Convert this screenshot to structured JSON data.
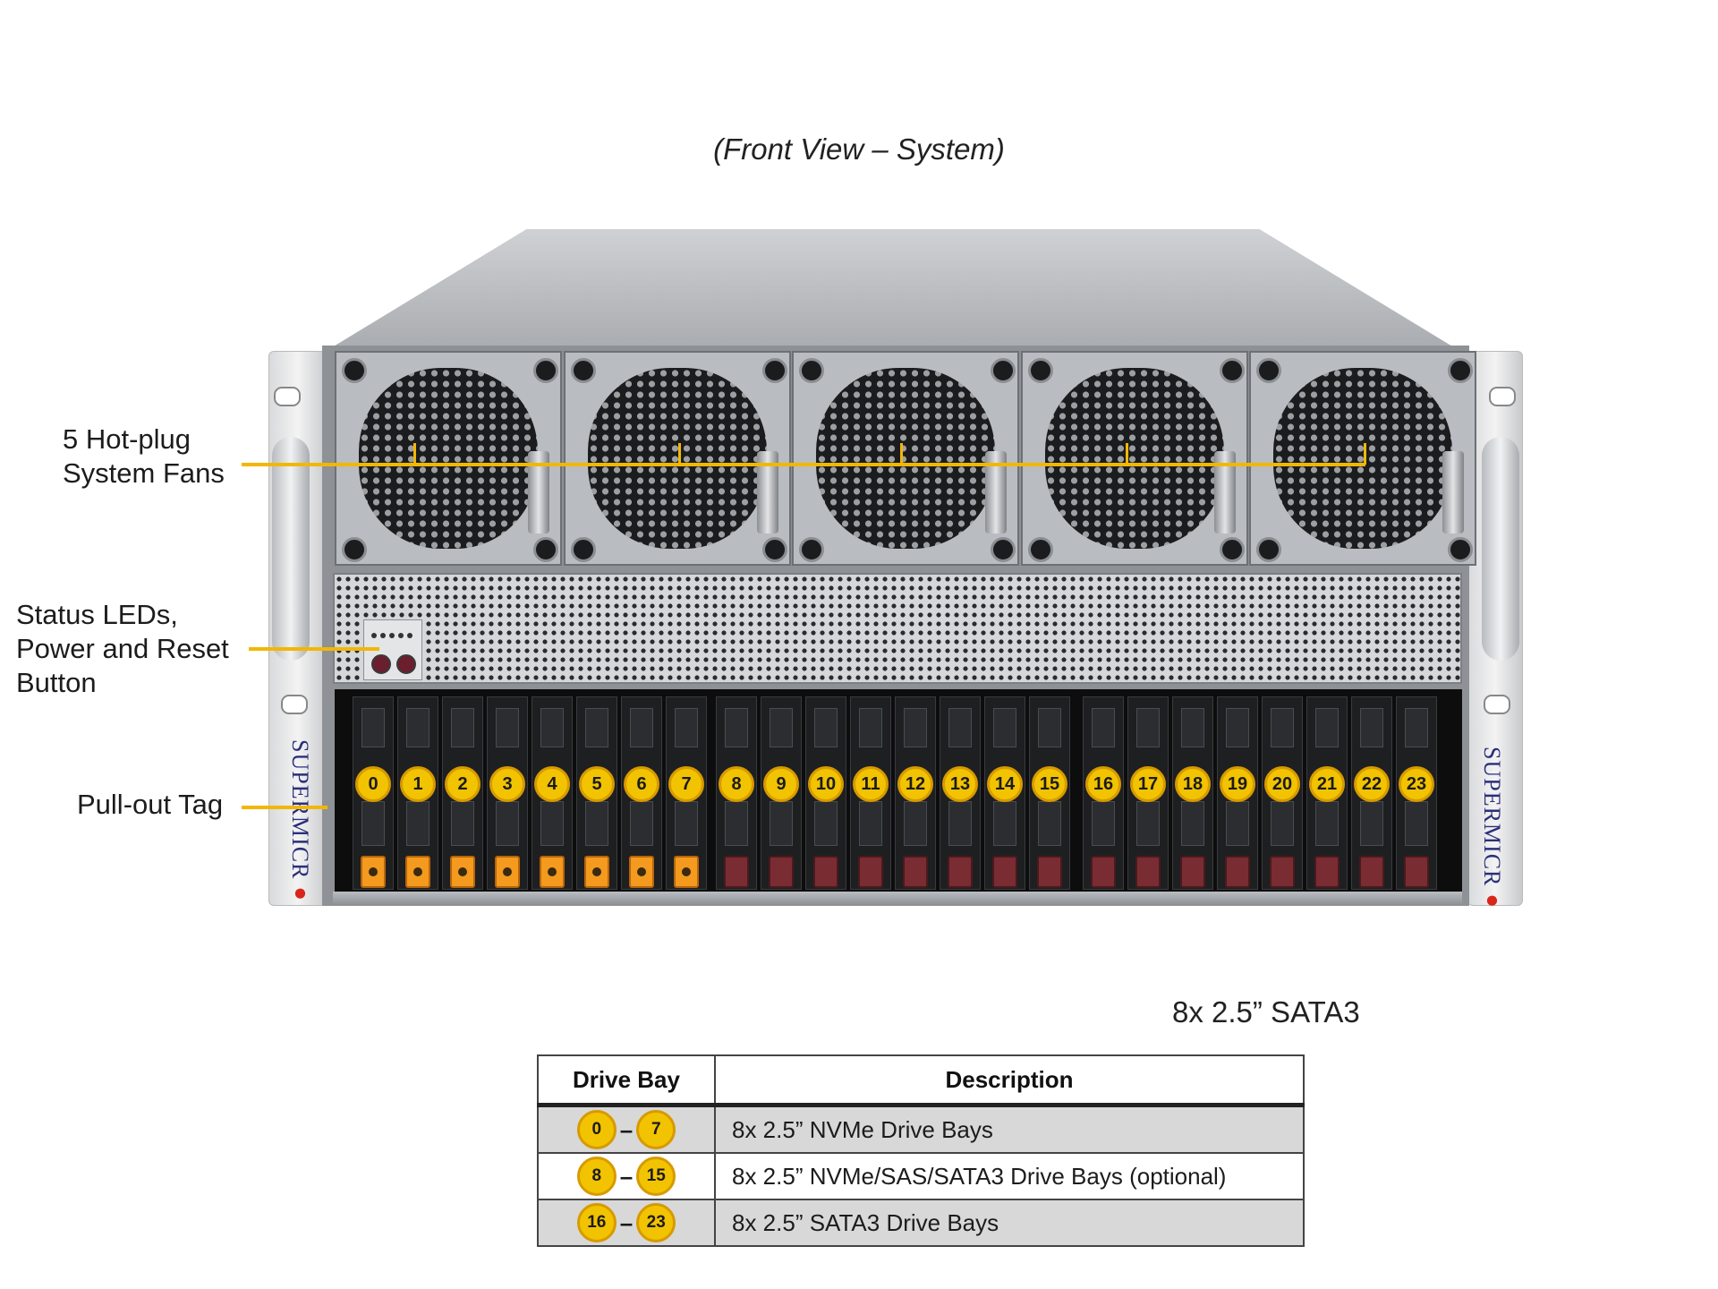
{
  "caption": "(Front View – System)",
  "callouts": {
    "fans": [
      "5 Hot-plug",
      "System Fans"
    ],
    "status": [
      "Status LEDs,",
      "Power and Reset",
      "Button"
    ],
    "tag": [
      "Pull-out Tag"
    ]
  },
  "brand": {
    "left": "SUPERMICR",
    "right": "SUPERMICR"
  },
  "bays": {
    "labels": [
      "0",
      "1",
      "2",
      "3",
      "4",
      "5",
      "6",
      "7",
      "8",
      "9",
      "10",
      "11",
      "12",
      "13",
      "14",
      "15",
      "16",
      "17",
      "18",
      "19",
      "20",
      "21",
      "22",
      "23"
    ]
  },
  "sata_note": "8x 2.5” SATA3",
  "legend": {
    "headers": [
      "Drive Bay",
      "Description"
    ],
    "rows": [
      {
        "from": "0",
        "to": "7",
        "description": "8x 2.5” NVMe Drive Bays"
      },
      {
        "from": "8",
        "to": "15",
        "description": "8x 2.5” NVMe/SAS/SATA3 Drive Bays (optional)"
      },
      {
        "from": "16",
        "to": "23",
        "description": "8x 2.5” SATA3 Drive Bays"
      }
    ]
  },
  "colors": {
    "callout": "#f2b705",
    "badge": "#f2c300",
    "nvme_latch": "#f39a1f",
    "sata_latch": "#7a2c33",
    "row_shade": "#d8d8d8"
  }
}
